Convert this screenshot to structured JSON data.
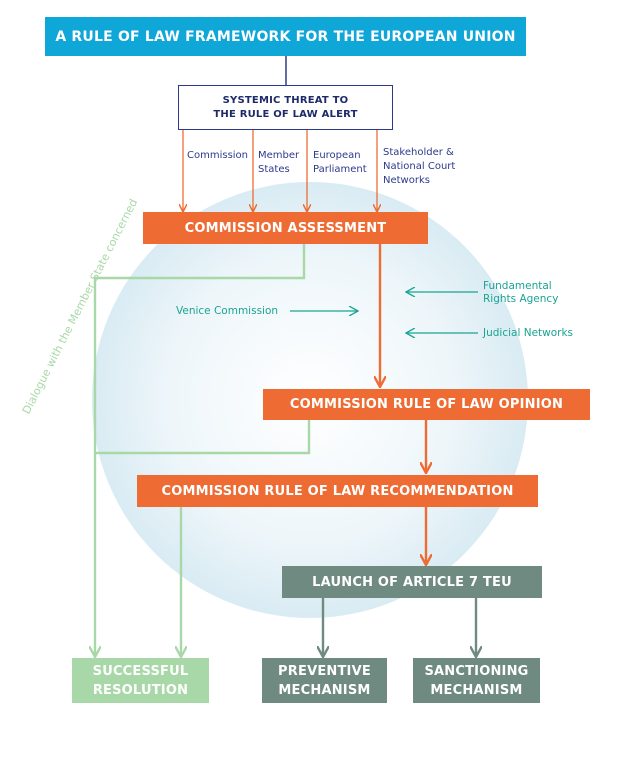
{
  "title": "A RULE OF LAW FRAMEWORK FOR THE EUROPEAN UNION",
  "alert": "SYSTEMIC THREAT TO\nTHE RULE OF LAW ALERT",
  "sources": [
    "Commission",
    "Member\nStates",
    "European\nParliament",
    "Stakeholder &\nNational Court\nNetworks"
  ],
  "dialogue": "Dialogue with the Member State concerned",
  "assessment": "COMMISSION ASSESSMENT",
  "venice": "Venice Commission",
  "fra": "Fundamental\nRights Agency",
  "judicial": "Judicial Networks",
  "opinion": "COMMISSION RULE OF LAW OPINION",
  "recommendation": "COMMISSION RULE OF LAW RECOMMENDATION",
  "article7": "LAUNCH OF ARTICLE 7 TEU",
  "successful": "SUCCESSFUL\nRESOLUTION",
  "preventive": "PREVENTIVE\nMECHANISM",
  "sanctioning": "SANCTIONING\nMECHANISM",
  "colors": {
    "title_blue": "#0fa6d8",
    "navy": "#2d3a8c",
    "orange": "#ee6c33",
    "teal": "#1aa492",
    "green": "#a9d8a8",
    "grey": "#6f8a80"
  }
}
